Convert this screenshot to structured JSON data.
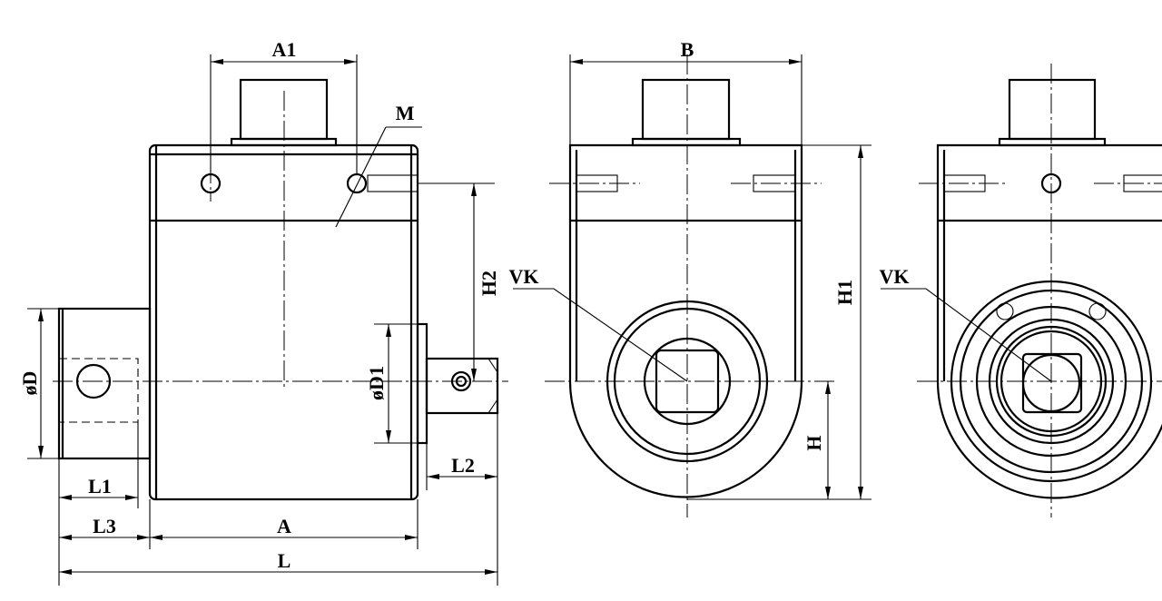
{
  "title": "Rotary torque sensor dimension drawing",
  "labels": {
    "A1": "A1",
    "M": "M",
    "B": "B",
    "VK_front": "VK",
    "VK_rear": "VK",
    "H1": "H1",
    "H2": "H2",
    "H": "H",
    "D": "øD",
    "D1": "øD1",
    "L1": "L1",
    "L2": "L2",
    "L3": "L3",
    "A": "A",
    "L": "L"
  }
}
